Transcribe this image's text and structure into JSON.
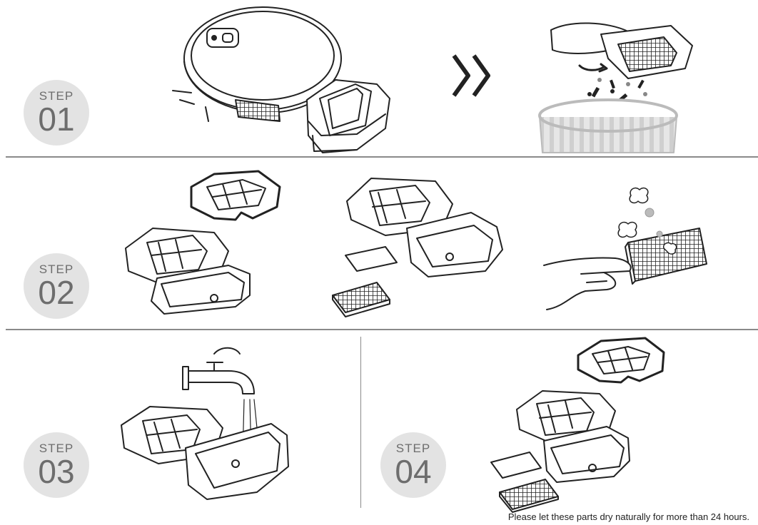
{
  "steps": [
    {
      "label": "STEP",
      "number": "01"
    },
    {
      "label": "STEP",
      "number": "02"
    },
    {
      "label": "STEP",
      "number": "03"
    },
    {
      "label": "STEP",
      "number": "04"
    }
  ],
  "note": "Please let these parts dry naturally for more than 24 hours."
}
